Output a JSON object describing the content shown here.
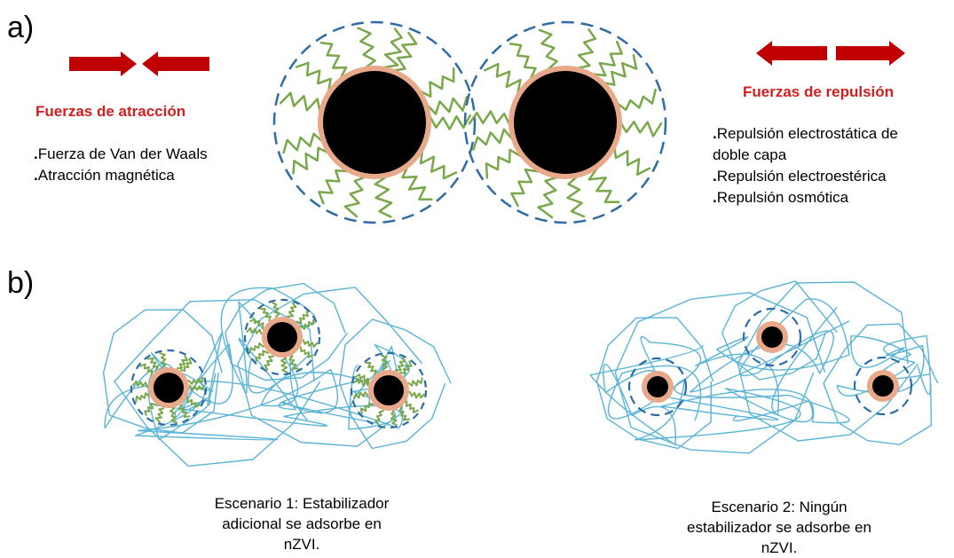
{
  "panel_a": {
    "label": "a)",
    "attraction": {
      "title": "Fuerzas de atracción",
      "items": [
        "Fuerza de Van der Waals",
        "Atracción magnética"
      ],
      "arrow_color": "#c00000"
    },
    "repulsion": {
      "title": "Fuerzas de repulsión",
      "items": [
        "Repulsión electrostática de",
        "doble capa",
        "Repulsión electroestérica",
        "Repulsión osmótica"
      ],
      "arrow_color": "#c00000"
    }
  },
  "panel_b": {
    "label": "b)",
    "scenario1": [
      "Escenario 1: Estabilizador",
      "adicional se adsorbe en",
      "nZVI."
    ],
    "scenario2": [
      "Escenario 2: Ningún",
      "estabilizador se adsorbe en",
      "nZVI."
    ]
  },
  "colors": {
    "core": "#000000",
    "shell": "#e8a98a",
    "stabilizer": "#79a84a",
    "boundary": "#2e6ca6",
    "polymer": "#5ab4d6",
    "title_red": "#d11f1f"
  }
}
